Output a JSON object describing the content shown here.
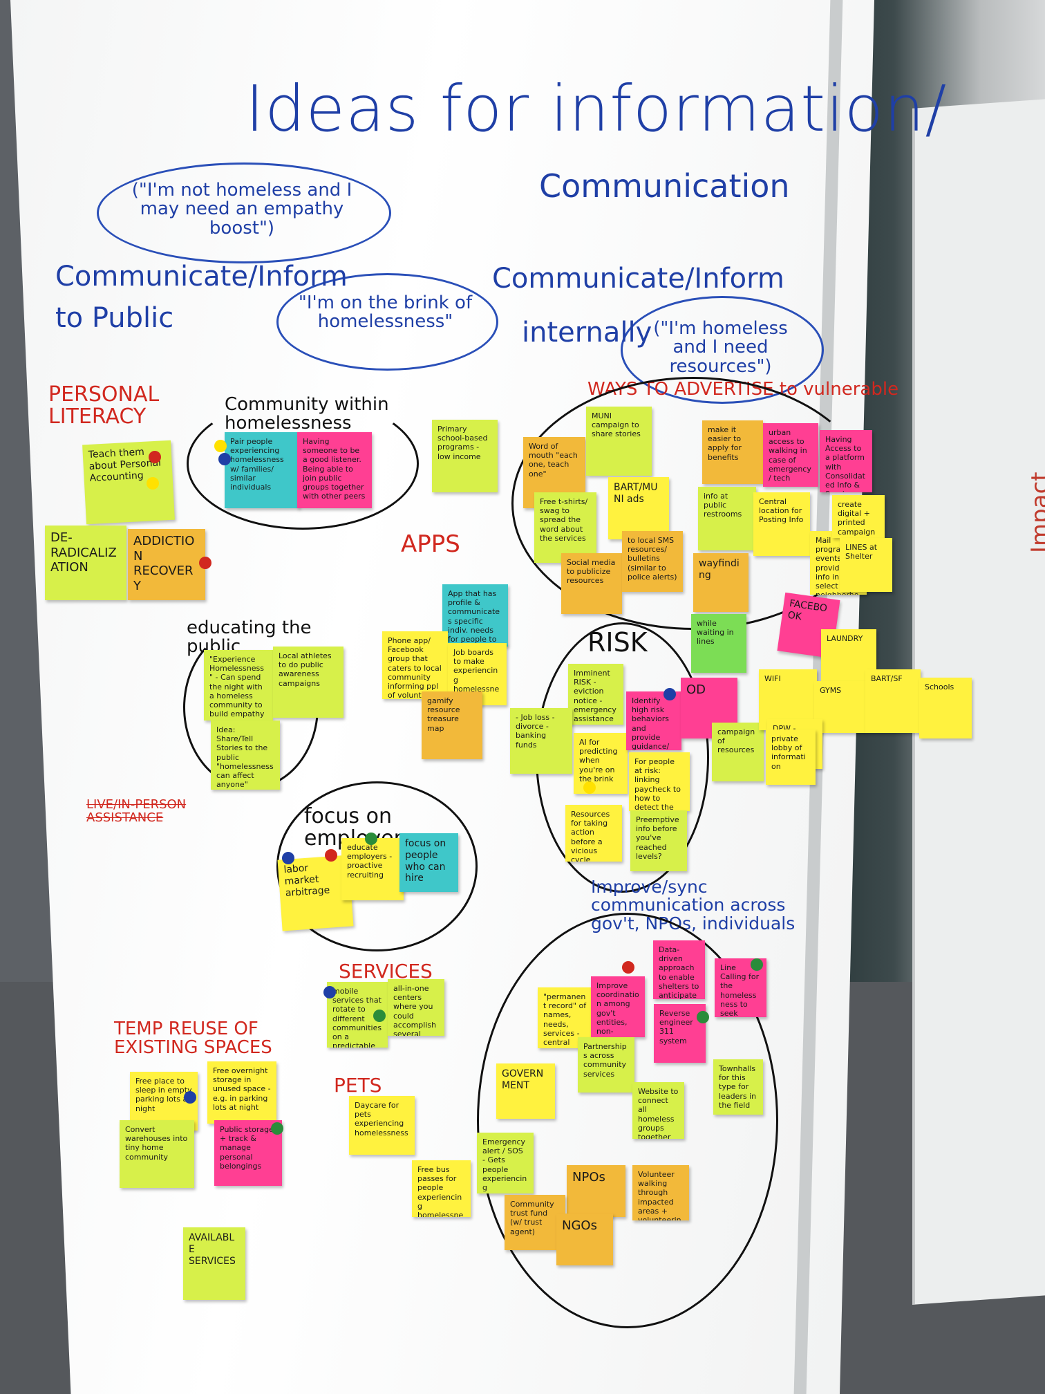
{
  "title_line1": "Ideas for information/",
  "title_line2": "Communication",
  "quote_not_homeless": "(\"I'm not homeless and I may need an empathy boost\")",
  "quote_brink": "\"I'm on the brink of homelessness\"",
  "quote_need_resources": "(\"I'm homeless and I need resources\")",
  "communicate_public": "Communicate/Inform to Public",
  "communicate_internal_1": "Communicate/Inform",
  "communicate_internal_2": "internally",
  "sections": {
    "personal_literacy": "PERSONAL LITERACY",
    "community": "Community within homelessness",
    "ways_to_advertise": "WAYS TO ADVERTISE to vulnerable",
    "apps": "APPS",
    "educating": "educating the public",
    "risk": "RISK",
    "live_assistance": "LIVE/IN-PERSON ASSISTANCE",
    "focus_employers": "focus on employers",
    "improve_sync": "Improve/sync communication across gov't, NPOs, individuals",
    "services": "SERVICES",
    "temp_reuse": "TEMP REUSE OF EXISTING SPACES",
    "pets": "PETS"
  },
  "notes": {
    "teach_accounting": "Teach them about Personal Accounting",
    "de_radicalization": "DE-RADICALIZATION",
    "addiction_recovery": "ADDICTION RECOVERY",
    "pair_people": "Pair people experiencing homelessness w/ families/ similar individuals",
    "having_someone": "Having someone to be a good listener. Being able to join public groups together with other peers",
    "primary_school": "Primary school-based programs - low income",
    "word_of_mouth": "Word of mouth \"each one, teach one\"",
    "muni_campaign": "MUNI campaign to share stories",
    "free_tshirts": "Free t-shirts/ swag to spread the word about the services",
    "bart_muni": "BART/MUNI ads",
    "social_media": "Social media to publicize resources",
    "local_sms": "to local SMS resources/ bulletins (similar to police alerts)",
    "make_easier": "make it easier to apply for benefits",
    "urban_access": "urban access to walking in case of emergency/ tech",
    "having_access": "Having Access to a platform with Consolidated Info & Services to Provide",
    "info_restrooms": "info at public restrooms",
    "central_location": "Central location for Posting Info",
    "mail_programs": "Mail programs / events providing info in select neighborhoods / local help groups",
    "create_digital": "create digital + printed campaign",
    "lines_shelter": "LINES at Shelter",
    "wayfinding": "wayfinding",
    "while_waiting": "while waiting in lines",
    "facebook": "FACEBOOK",
    "app_profile": "App that has profile & communicates specific indiv. needs for people to help",
    "phone_app": "Phone app/ Facebook group that caters to local community informing ppl of volunteer opportunities",
    "job_boards": "Job boards to make experiencing homelessness",
    "gamify": "gamify resource treasure map",
    "experience_homelessness": "\"Experience Homelessness\" - Can spend the night with a homeless community to build empathy",
    "local_athletes": "Local athletes to do public awareness campaigns",
    "idea_share": "Idea: Share/Tell Stories to the public \"homelessness can affect anyone\"",
    "imminent_risk": "Imminent RISK - eviction notice - emergency assistance - financing mediation - systems support",
    "job_loss": "- Job loss - divorce - banking funds",
    "ai_predicting": "AI for predicting when you're on the brink",
    "identify_high_risk": "Identify high risk behaviors and provide guidance/ supports before home is lost",
    "od": "OD",
    "for_people_risk": "For people at risk: linking paycheck to how to detect the onset of something bad and take action",
    "campaign_resources": "campaign of resources",
    "resources_taking_action": "Resources for taking action before a vicious cycle begins",
    "preemptive_info": "Preemptive info before you've reached levels?",
    "laundry": "LAUNDRY",
    "wifi": "WIFI",
    "gyms": "GYMS",
    "dpw_uniforms": "DPW - uniforms",
    "bart_sf": "BART/SF",
    "schools": "Schools",
    "private_info": "private lobby of information",
    "labor_market": "labor market arbitrage",
    "educate_employers": "educate employers - proactive recruiting",
    "focus_people": "focus on people who can hire",
    "permanent_record": "\"permanent record\" of names, needs, services - central database",
    "improve_coordination": "Improve coordination among gov't entities, non-profits, individuals",
    "data_driven": "Data-driven approach to enable shelters to anticipate resources",
    "line_calling": "Line Calling for the homelessness to seek support",
    "reverse_engineer": "Reverse engineer 311 system",
    "partnerships": "Partnerships across community services",
    "government": "GOVERNMENT",
    "website_connect": "Website to connect all homeless groups together",
    "townhalls": "Townhalls for this type for leaders in the field",
    "emergency_alert": "Emergency alert / SOS - Gets people experiencing homelessness the resources to know & transfer to housing",
    "free_bus": "Free bus passes for people experiencing homelessness",
    "npos": "NPOs",
    "community_trust": "Community trust fund (w/ trust agent)",
    "ngos": "NGOs",
    "volunteer_walking": "Volunteer walking through impacted areas + volunteering in daily life/ for others",
    "mobile_services": "mobile services that rotate to different communities on a predictable schedule (like off the grid)",
    "all_in_one": "all-in-one centers where you could accomplish several tasks with one trip",
    "free_place_sleep": "Free place to sleep in empty parking lots at night",
    "free_overnight": "Free overnight storage in unused space - e.g. in parking lots at night",
    "convert_warehouses": "Convert warehouses into tiny home community",
    "public_storage": "Public storage + track & manage personal belongings",
    "daycare_pets": "Daycare for pets experiencing homelessness",
    "available_services": "AVAILABLE SERVICES"
  }
}
